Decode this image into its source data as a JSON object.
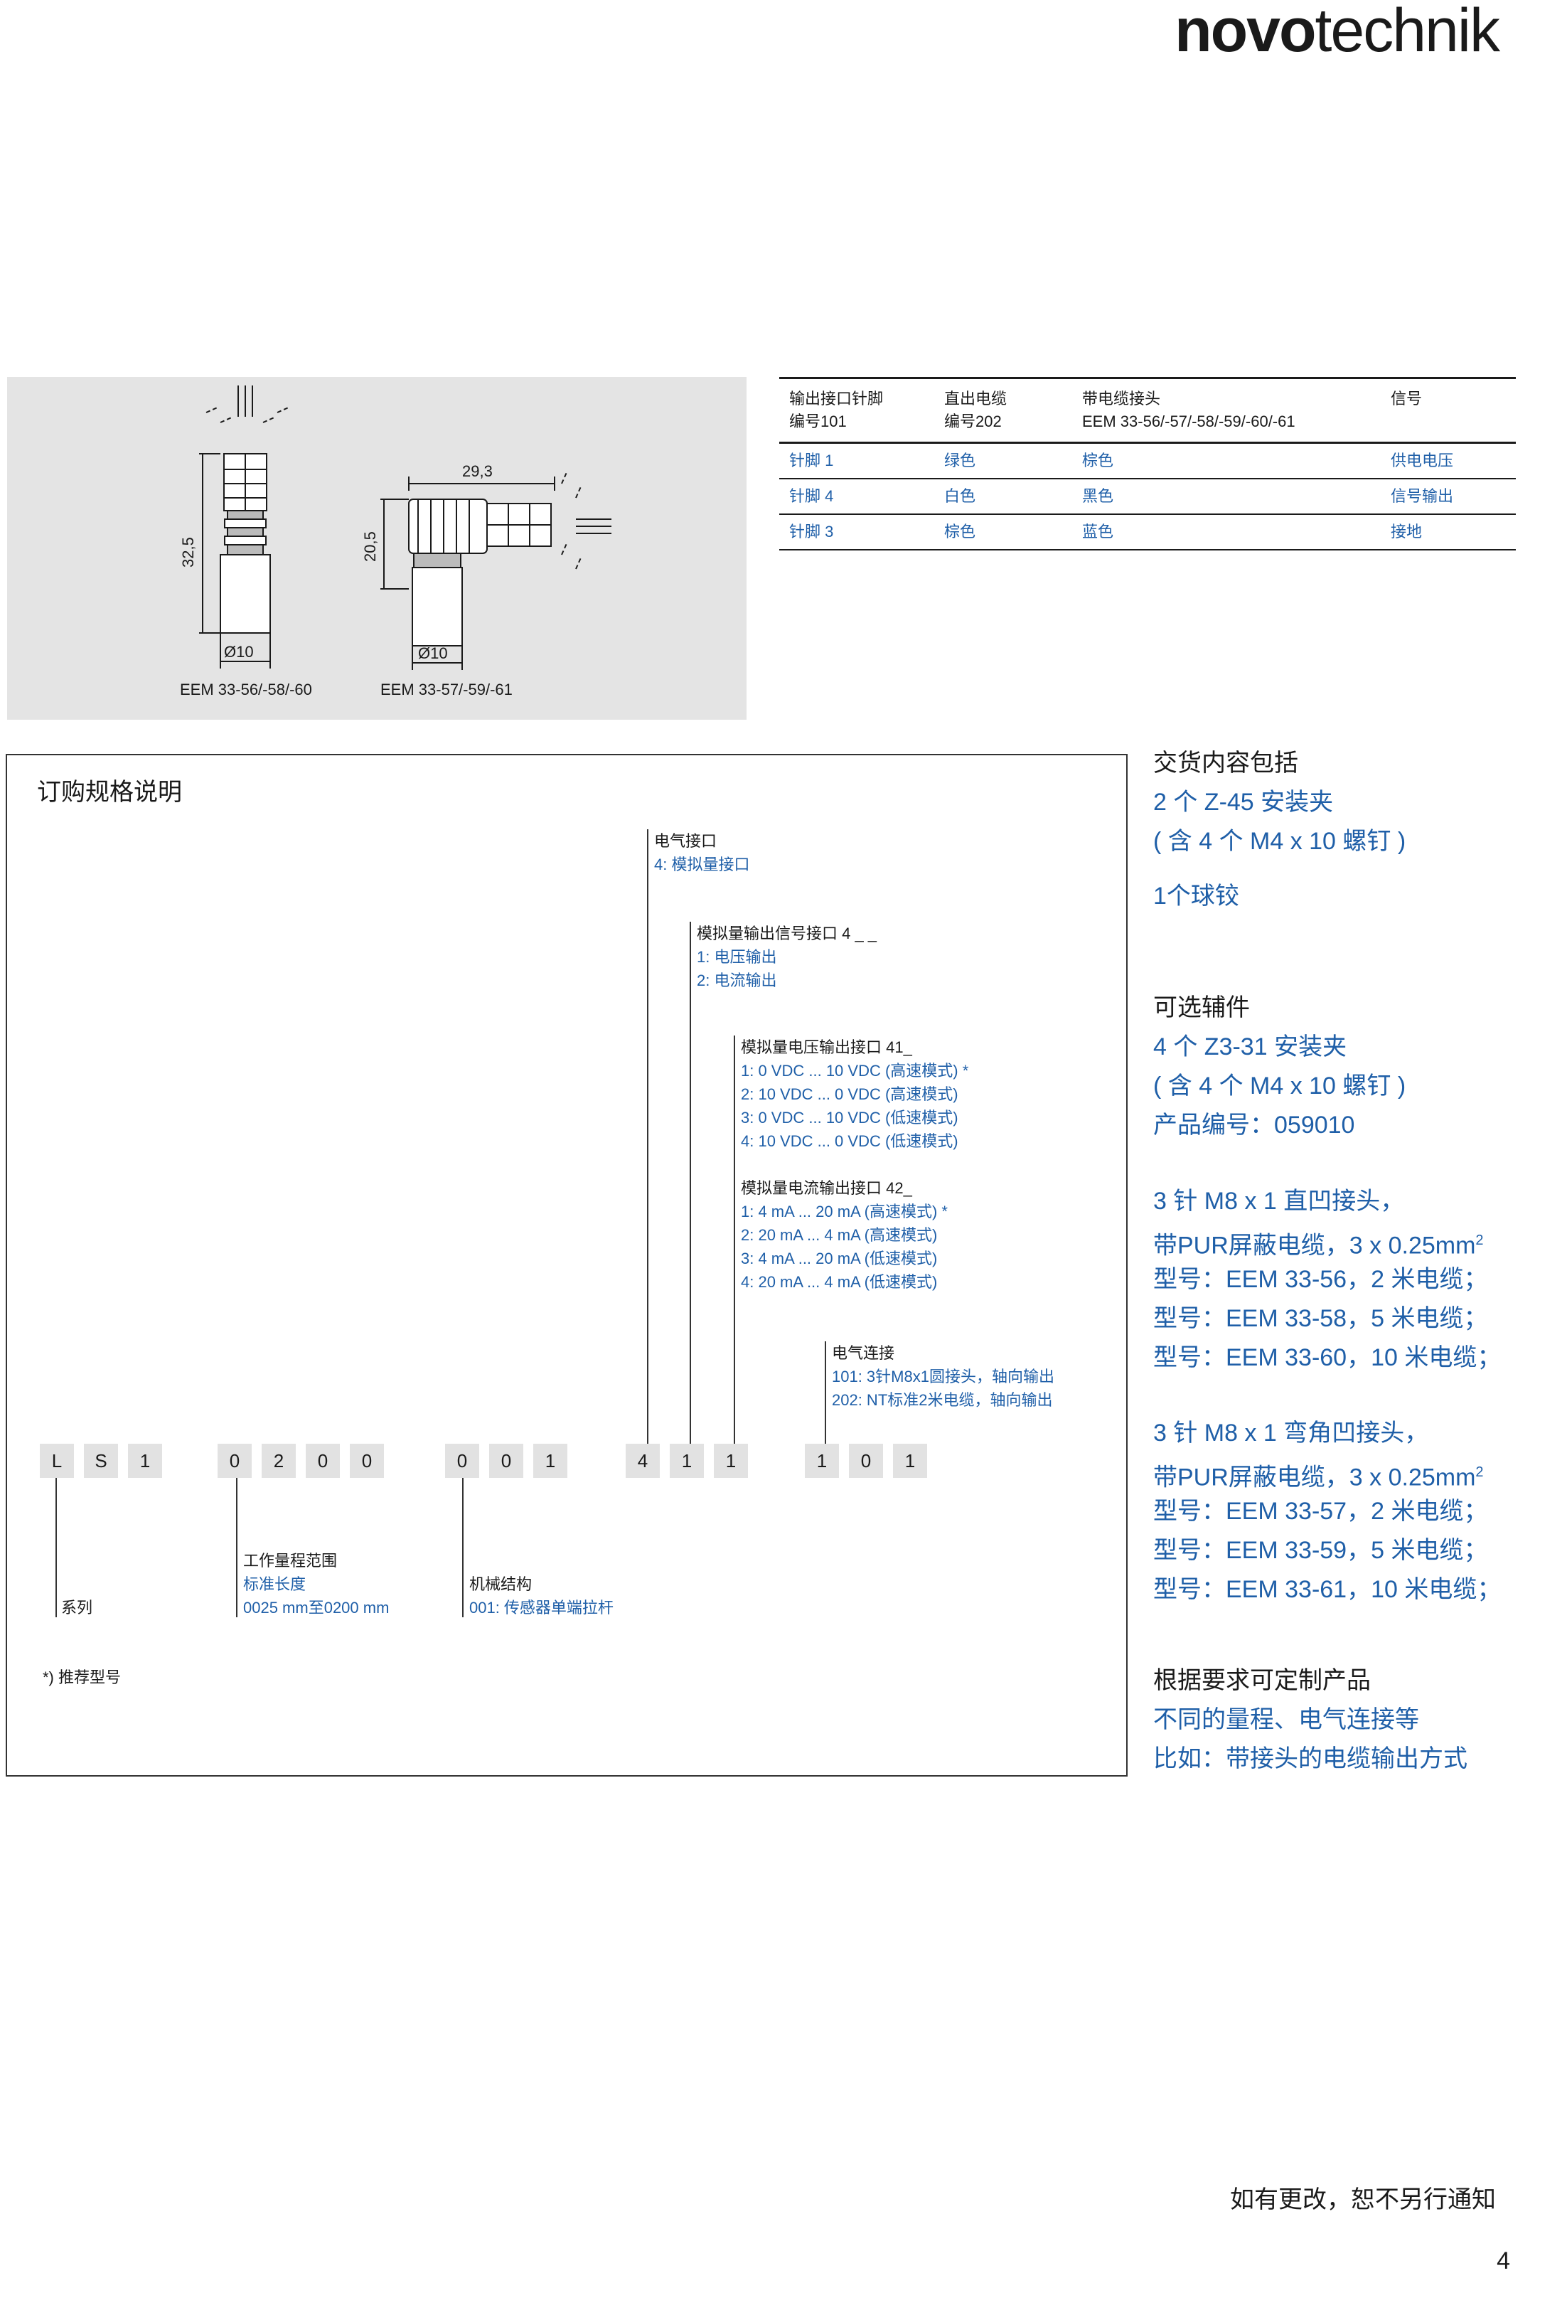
{
  "logo": {
    "bold": "novo",
    "light": "technik"
  },
  "drawing": {
    "straight": {
      "dim_length": "32,5",
      "dim_diameter": "Ø10",
      "label": "EEM 33-56/-58/-60"
    },
    "angled": {
      "dim_width": "29,3",
      "dim_height": "20,5",
      "dim_diameter": "Ø10",
      "label": "EEM 33-57/-59/-61"
    }
  },
  "pin_table": {
    "headers": [
      [
        "输出接口针脚",
        "编号101"
      ],
      [
        "直出电缆",
        "编号202"
      ],
      [
        "带电缆接头",
        "EEM 33-56/-57/-58/-59/-60/-61"
      ],
      [
        "信号",
        ""
      ]
    ],
    "rows": [
      [
        "针脚 1",
        "绿色",
        "棕色",
        "供电电压"
      ],
      [
        "针脚 4",
        "白色",
        "黑色",
        "信号输出"
      ],
      [
        "针脚 3",
        "棕色",
        "蓝色",
        "接地"
      ]
    ]
  },
  "order": {
    "title": "订购规格说明",
    "code": [
      "L",
      "S",
      "1",
      "0",
      "2",
      "0",
      "0",
      "0",
      "0",
      "1",
      "4",
      "1",
      "1",
      "1",
      "0",
      "1"
    ],
    "electrical_interface": {
      "title": "电气接口",
      "option": "4: 模拟量接口"
    },
    "analog_signal": {
      "title": "模拟量输出信号接口 4 _ _",
      "options": [
        "1: 电压输出",
        "2: 电流输出"
      ]
    },
    "voltage_output": {
      "title": "模拟量电压输出接口 41_",
      "options": [
        "1: 0 VDC ... 10 VDC (高速模式) *",
        "2: 10 VDC ... 0 VDC (高速模式)",
        "3: 0 VDC ... 10 VDC (低速模式)",
        "4: 10 VDC ... 0 VDC (低速模式)"
      ]
    },
    "current_output": {
      "title": "模拟量电流输出接口 42_",
      "options": [
        "1: 4 mA ... 20 mA (高速模式) *",
        "2: 20 mA ... 4 mA (高速模式)",
        "3: 4 mA ... 20 mA (低速模式)",
        "4: 20 mA ... 4 mA (低速模式)"
      ]
    },
    "electrical_connection": {
      "title": "电气连接",
      "options": [
        "101: 3针M8x1圆接头，轴向输出",
        "202: NT标准2米电缆，轴向输出"
      ]
    },
    "series": {
      "title": "系列"
    },
    "range": {
      "title": "工作量程范围",
      "sub": "标准长度",
      "value": "0025 mm至0200 mm"
    },
    "mechanical": {
      "title": "机械结构",
      "option": "001: 传感器单端拉杆"
    },
    "footnote": "*) 推荐型号"
  },
  "right_column": {
    "delivery": {
      "title": "交货内容包括",
      "lines": [
        "2 个 Z-45 安装夹",
        "( 含 4 个 M4 x 10 螺钉 )",
        "1个球铰"
      ]
    },
    "accessories": {
      "title": "可选辅件",
      "lines": [
        "4 个 Z3-31 安装夹",
        "( 含 4 个 M4 x 10 螺钉 )",
        "产品编号：059010"
      ]
    },
    "straight_connector": {
      "line1": "3 针 M8 x 1 直凹接头，",
      "line2": "带PUR屏蔽电缆，3 x 0.25mm",
      "sup": "2",
      "models": [
        "型号：EEM 33-56，2 米电缆；",
        "型号：EEM 33-58，5 米电缆；",
        "型号：EEM 33-60，10 米电缆；"
      ]
    },
    "angled_connector": {
      "line1": "3 针 M8 x 1 弯角凹接头，",
      "line2": "带PUR屏蔽电缆，3 x 0.25mm",
      "sup": "2",
      "models": [
        "型号：EEM 33-57，2 米电缆；",
        "型号：EEM 33-59，5 米电缆；",
        "型号：EEM 33-61，10 米电缆；"
      ]
    },
    "custom": {
      "title": "根据要求可定制产品",
      "lines": [
        "不同的量程、电气连接等",
        "比如：带接头的电缆输出方式"
      ]
    }
  },
  "footer": {
    "notice": "如有更改，恕不另行通知",
    "page": "4"
  }
}
